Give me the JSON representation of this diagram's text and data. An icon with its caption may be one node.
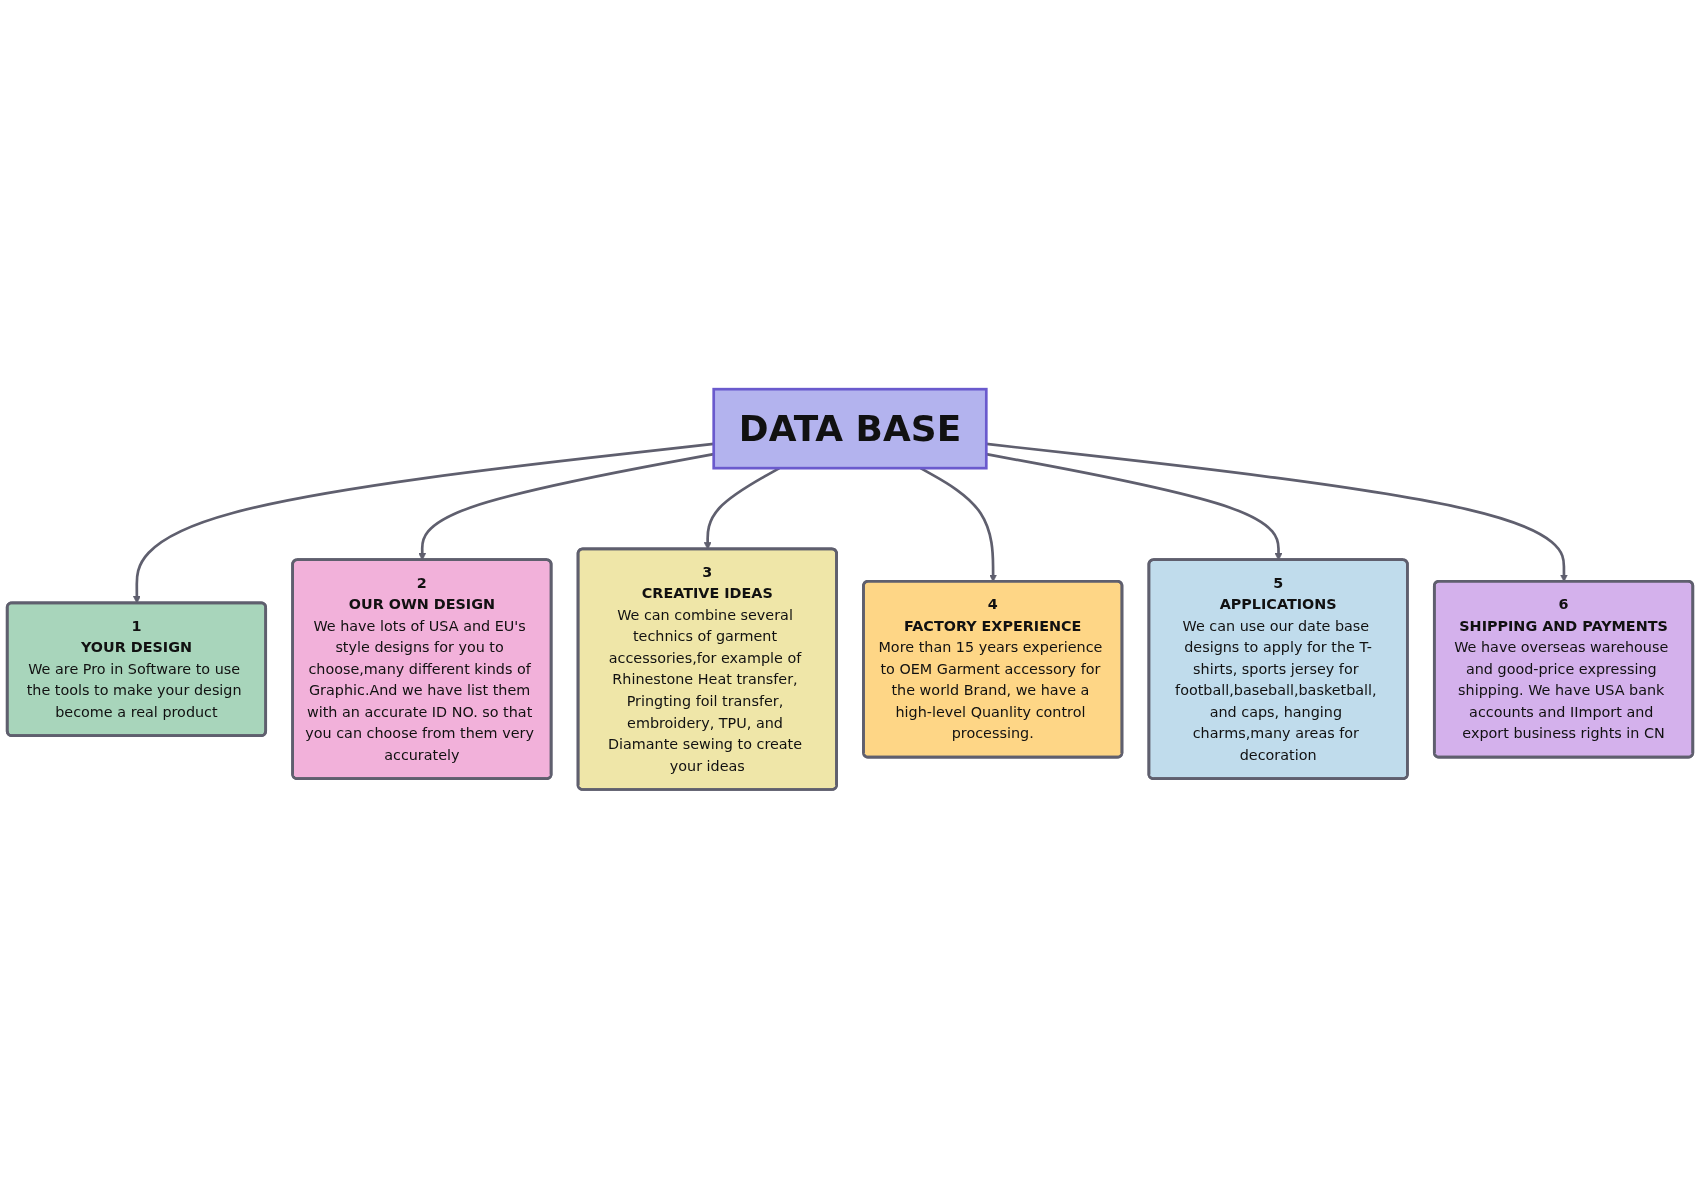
{
  "diagram": {
    "nodes": [
      {
        "text": [
          "DATA BASE"
        ]
      },
      {
        "text": [
          "1",
          "YOUR DESIGN",
          "We are Pro in Software to use the tools to make your design become a real product"
        ]
      },
      {
        "text": [
          "2",
          "OUR OWN DESIGN",
          "We have lots of USA and EU's style designs for you to choose,many different kinds of Graphic.And we have list them with an accurate ID NO. so that you can choose from them very accurately"
        ]
      },
      {
        "text": [
          "3",
          "CREATIVE IDEAS",
          "We can combine several technics of garment accessories,for example of Rhinestone Heat transfer, Pringting foil transfer, embroidery, TPU, and Diamante sewing to create your ideas"
        ]
      },
      {
        "text": [
          "4",
          "FACTORY EXPERIENCE",
          "More than 15 years experience to OEM Garment accessory for the world Brand, we have a high-level Quanlity control processing."
        ]
      },
      {
        "text": [
          "5",
          "APPLICATIONS",
          "We can use our date base designs to apply for the T-shirts, sports jersey for football,baseball,basketball, and caps, hanging charms,many areas for decoration"
        ]
      },
      {
        "text": [
          "6",
          "SHIPPING AND PAYMENTS",
          "We have overseas warehouse and good-price expressing shipping. We have USA bank accounts and IImport and export business rights in CN"
        ]
      }
    ],
    "edges": [
      {
        "from": 0,
        "to": 1,
        "arrow": "to"
      },
      {
        "from": 0,
        "to": 2,
        "arrow": "to"
      },
      {
        "from": 0,
        "to": 3,
        "arrow": "to"
      },
      {
        "from": 0,
        "to": 4,
        "arrow": "to"
      },
      {
        "from": 0,
        "to": 5,
        "arrow": "to"
      },
      {
        "from": 0,
        "to": 6,
        "arrow": "to"
      }
    ]
  }
}
